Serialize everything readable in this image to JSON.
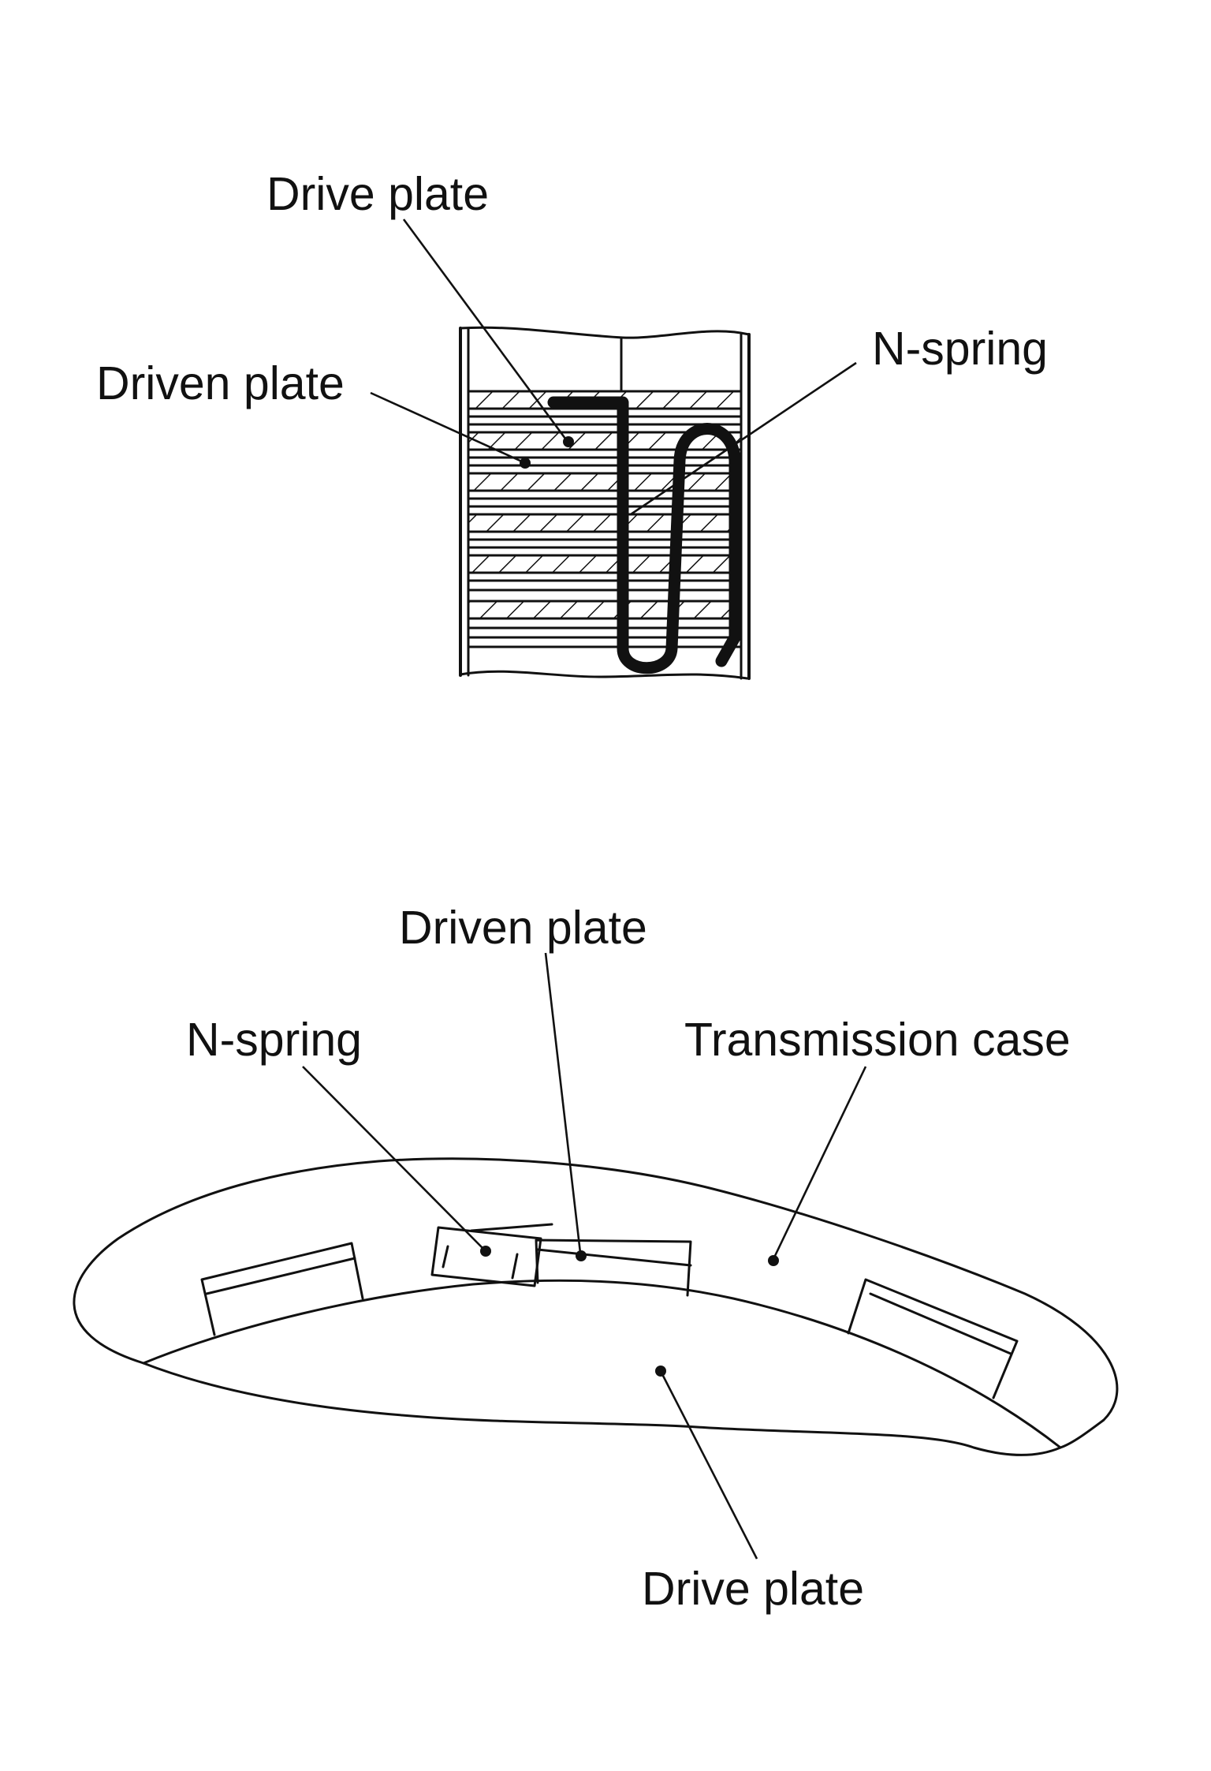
{
  "top_view": {
    "drive_plate_label": "Drive plate",
    "driven_plate_label": "Driven plate",
    "n_spring_label": "N-spring"
  },
  "bottom_view": {
    "driven_plate_label": "Driven plate",
    "n_spring_label": "N-spring",
    "transmission_case_label": "Transmission case",
    "drive_plate_label": "Drive plate"
  }
}
